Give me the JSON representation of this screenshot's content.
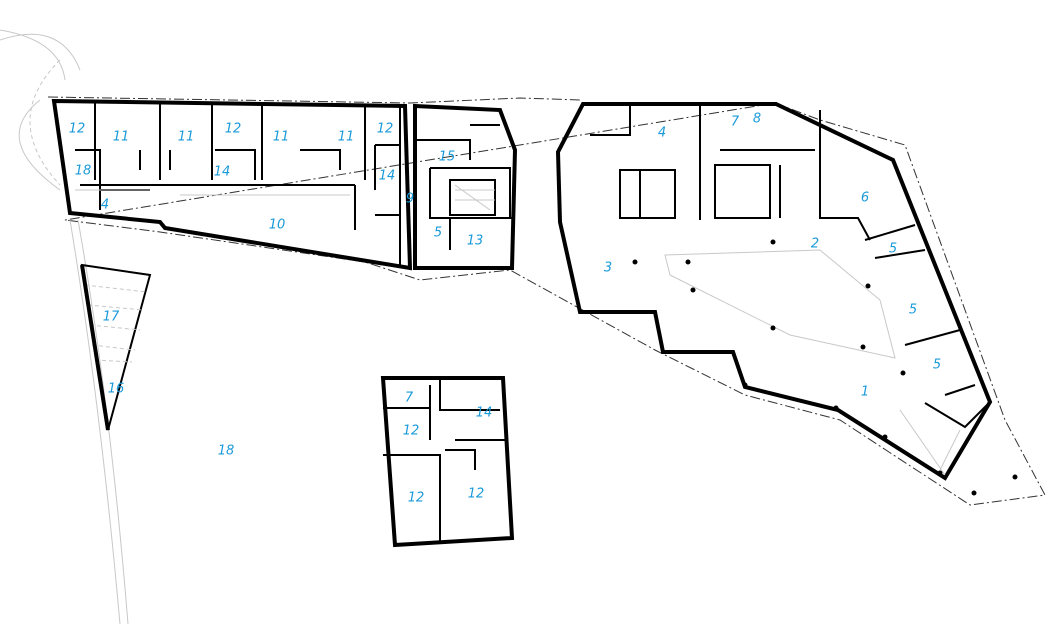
{
  "plan": {
    "label_color": "#1a9ad9",
    "west_building_rooms": [
      "12",
      "11",
      "11",
      "12",
      "11",
      "11",
      "12",
      "18",
      "14",
      "14",
      "4",
      "10",
      "9",
      "15",
      "5",
      "13"
    ],
    "east_building_rooms": [
      "4",
      "7",
      "8",
      "6",
      "2",
      "3",
      "5",
      "5",
      "5",
      "1"
    ],
    "south_building_rooms": [
      "7",
      "14",
      "12",
      "12",
      "12"
    ],
    "outdoor_areas": [
      "17",
      "16",
      "18"
    ]
  }
}
